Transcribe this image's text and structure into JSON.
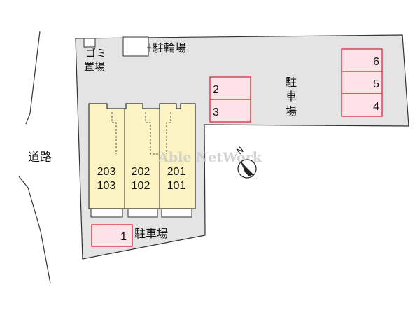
{
  "colors": {
    "lot": "#e4e4e4",
    "building": "#fbf3c2",
    "parking_fill": "#fde2e8",
    "parking_stroke": "#d92b3a",
    "line": "#333333"
  },
  "labels": {
    "road": "道路",
    "garbage_line1": "ゴミ",
    "garbage_line2": "置場",
    "bicycle": "駐輪場",
    "parking_right": [
      "駐",
      "車",
      "場"
    ],
    "parking_bottom": "駐車場",
    "watermark": "Able NetWork",
    "north": "N"
  },
  "units": [
    {
      "upper": "203",
      "lower": "103"
    },
    {
      "upper": "202",
      "lower": "102"
    },
    {
      "upper": "201",
      "lower": "101"
    }
  ],
  "parking_spaces": [
    "1",
    "2",
    "3",
    "4",
    "5",
    "6"
  ]
}
